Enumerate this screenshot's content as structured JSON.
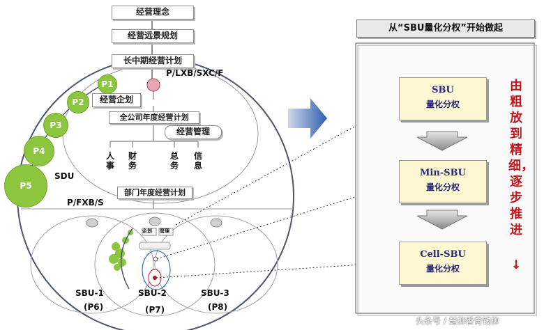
{
  "top_boxes": [
    "经营理念",
    "经营远景规划",
    "长中期经营计划"
  ],
  "center_label": "P/LXB/SXC/F",
  "planning_box": "经营企划",
  "annual_plan_box": "全公司年度经营计划",
  "management_box": "经营管理",
  "functions": [
    "人事",
    "财务",
    "总务",
    "信息"
  ],
  "dept_plan_box": "部门年度经营计划",
  "fxb_label": "P/FXB/S",
  "sdu_label": "SDU",
  "green_circles": [
    "P1",
    "P2",
    "P3",
    "P4",
    "P5"
  ],
  "sbu_labels": [
    "SBU-1",
    "SBU-2",
    "SBU-3"
  ],
  "sbu_codes": [
    "(P6)",
    "(P7)",
    "(P8)"
  ],
  "inner_small_labels": [
    "企划",
    "管理"
  ],
  "right_panel": {
    "title": "从“SBU量化分权”开始做起",
    "boxes": [
      {
        "line1": "SBU",
        "line2": "量化分权"
      },
      {
        "line1": "Min-SBU",
        "line2": "量化分权"
      },
      {
        "line1": "Cell-SBU",
        "line2": "量化分权"
      }
    ],
    "vertical_text": "由粗放到精细，逐步推进",
    "vertical_arrow": "↓"
  },
  "watermark": "头条号 / 楚柳香青钱柳",
  "colors": {
    "green": "#8cc63f",
    "sbu_text": "#2a2577",
    "red_text": "#c0161c",
    "arrow_blue": "#3f6fb5"
  }
}
